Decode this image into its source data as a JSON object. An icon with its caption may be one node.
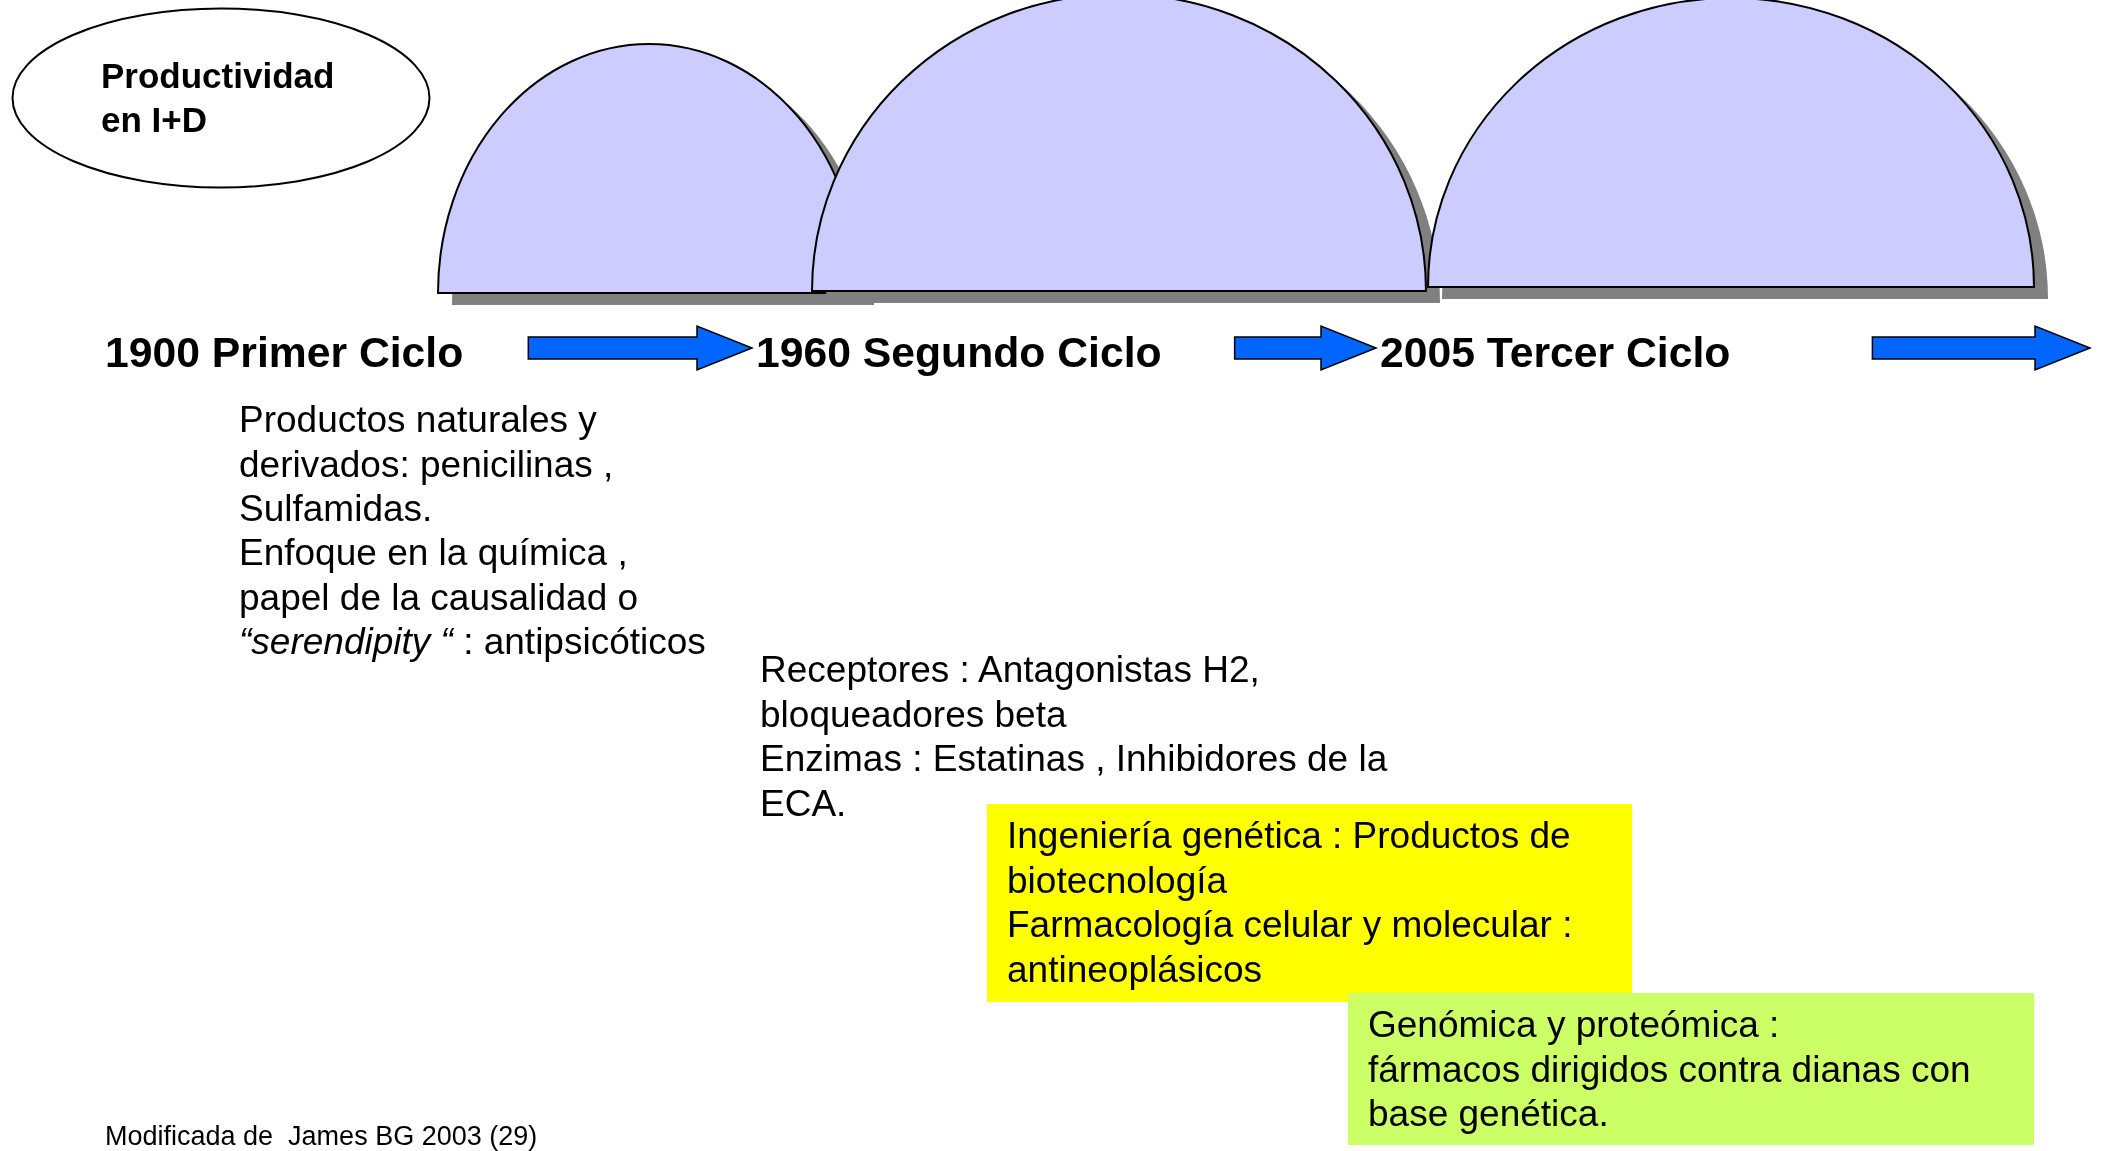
{
  "diagram": {
    "caption": "Modificada de  James BG 2003 (29)",
    "nodes": [
      {
        "text": [
          "Productividad en I+D"
        ]
      },
      {
        "text": [
          "1900 Primer Ciclo"
        ]
      },
      {
        "text": [
          "1960 Segundo Ciclo"
        ]
      },
      {
        "text": [
          "2005 Tercer Ciclo"
        ]
      },
      {
        "text": [
          "Ingeniería genética : Productos de biotecnología",
          "Farmacología celular y molecular : antineoplásicos"
        ]
      },
      {
        "text": [
          "Genómica y proteómica :",
          "fármacos dirigidos contra dianas con base genética."
        ]
      }
    ],
    "edges": [
      {
        "from": 1,
        "to": 2,
        "arrow": "to"
      },
      {
        "from": 2,
        "to": 3,
        "arrow": "to"
      },
      {
        "from": 3,
        "to": null,
        "arrow": "to"
      }
    ],
    "labels": [
      "Productos naturales y derivados: penicilinas , Sulfamidas.",
      "Enfoque en la química , papel de la causalidad o *“serendipity “* : antipsicóticos",
      "Receptores : Antagonistas H2, bloqueadores beta",
      "Enzimas : Estatinas , Inhibidores de la ECA."
    ]
  }
}
